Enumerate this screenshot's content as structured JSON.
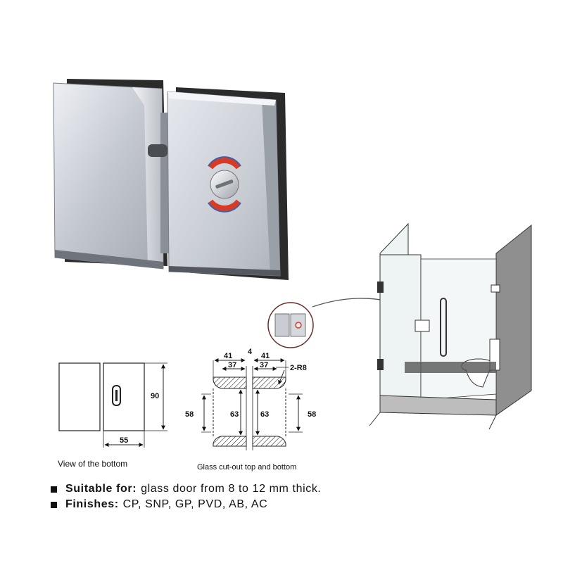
{
  "colors": {
    "hinge_metal": "#c9ccd2",
    "hinge_dark": "#3a3a3a",
    "indicator_red": "#d63b26",
    "indicator_blue": "#3f5fa8",
    "wall_gray": "#8f8f8f",
    "glass_tint": "#eef3f4"
  },
  "bottom_view": {
    "dimension_height": "90",
    "dimension_width": "55",
    "caption": "View of the bottom"
  },
  "cutout": {
    "dim_41_left": "41",
    "dim_gap": "4",
    "dim_41_right": "41",
    "dim_37_left": "37",
    "dim_37_right": "37",
    "radius_label": "2-R8",
    "dim_58_left": "58",
    "dim_63_left": "63",
    "dim_63_right": "63",
    "dim_58_right": "58",
    "caption": "Glass cut-out top and bottom"
  },
  "specs": [
    {
      "label": "Suitable for:",
      "value": "glass door from 8 to 12 mm thick."
    },
    {
      "label": "Finishes:",
      "value": "CP, SNP, GP, PVD, AB, AC"
    }
  ],
  "icons": [
    "glass-hinge-product",
    "shower-enclosure-illustration",
    "hinge-thumbnail"
  ]
}
